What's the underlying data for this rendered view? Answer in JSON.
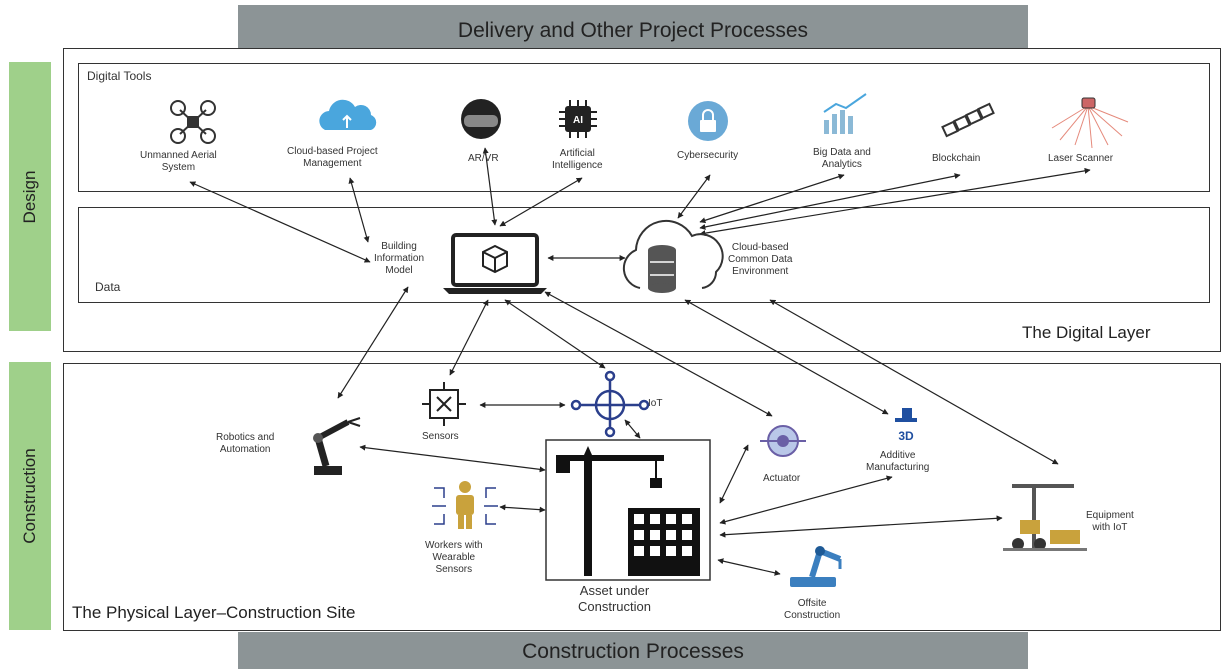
{
  "banners": {
    "top": "Delivery and Other Project Processes",
    "bottom": "Construction Processes"
  },
  "side_tabs": {
    "design": "Design",
    "construction": "Construction"
  },
  "digital": {
    "tools_title": "Digital Tools",
    "data_title": "Data",
    "layer_title": "The Digital Layer",
    "tools": {
      "uas": [
        "Unmanned Aerial",
        "System"
      ],
      "cloud_pm": [
        "Cloud-based Project",
        "Management"
      ],
      "arvr": [
        "AR/VR"
      ],
      "ai": [
        "Artificial",
        "Intelligence"
      ],
      "cyber": [
        "Cybersecurity"
      ],
      "bigdata": [
        "Big Data and",
        "Analytics"
      ],
      "blockchain": [
        "Blockchain"
      ],
      "laser": [
        "Laser Scanner"
      ]
    },
    "bim": [
      "Building",
      "Information",
      "Model"
    ],
    "cde": [
      "Cloud-based",
      "Common Data",
      "Environment"
    ]
  },
  "physical": {
    "layer_title": "The Physical Layer–Construction Site",
    "robotics": [
      "Robotics and",
      "Automation"
    ],
    "sensors": [
      "Sensors"
    ],
    "iot": [
      "IoT"
    ],
    "actuator": [
      "Actuator"
    ],
    "additive": [
      "Additive",
      "Manufacturing"
    ],
    "equipment": [
      "Equipment",
      "with IoT"
    ],
    "workers": [
      "Workers with",
      "Wearable",
      "Sensors"
    ],
    "asset": [
      "Asset under",
      "Construction"
    ],
    "offsite": [
      "Offsite",
      "Construction"
    ]
  }
}
